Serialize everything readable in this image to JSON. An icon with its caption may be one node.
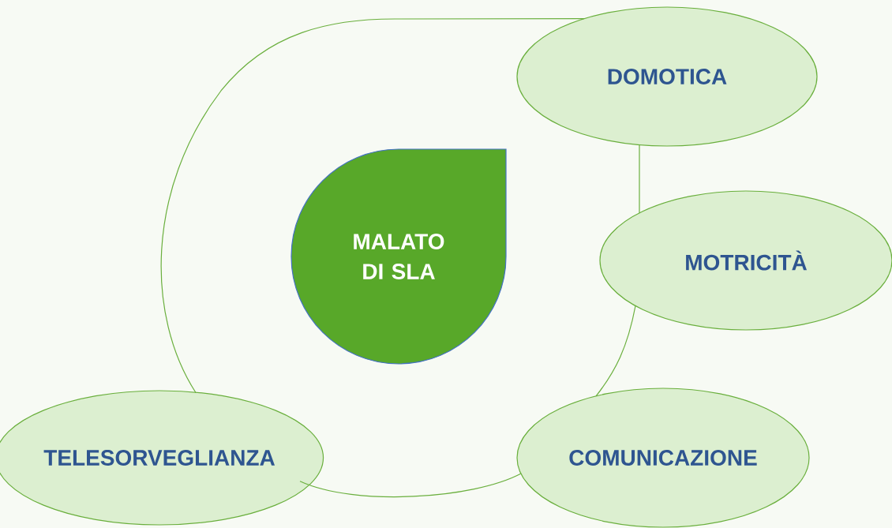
{
  "diagram": {
    "nodes": [
      {
        "text": [
          "MALATO DI SLA"
        ]
      },
      {
        "text": [
          "DOMOTICA"
        ]
      },
      {
        "text": [
          "MOTRICITÀ"
        ]
      },
      {
        "text": [
          "COMUNICAZIONE"
        ]
      },
      {
        "text": [
          "TELESORVEGLIANZA"
        ]
      }
    ],
    "edges": [
      {
        "from": 1,
        "to": 2,
        "arrow": "none"
      },
      {
        "from": 2,
        "to": 3,
        "arrow": "none"
      },
      {
        "from": 3,
        "to": 4,
        "arrow": "none"
      },
      {
        "from": 4,
        "to": 1,
        "arrow": "none"
      }
    ]
  }
}
